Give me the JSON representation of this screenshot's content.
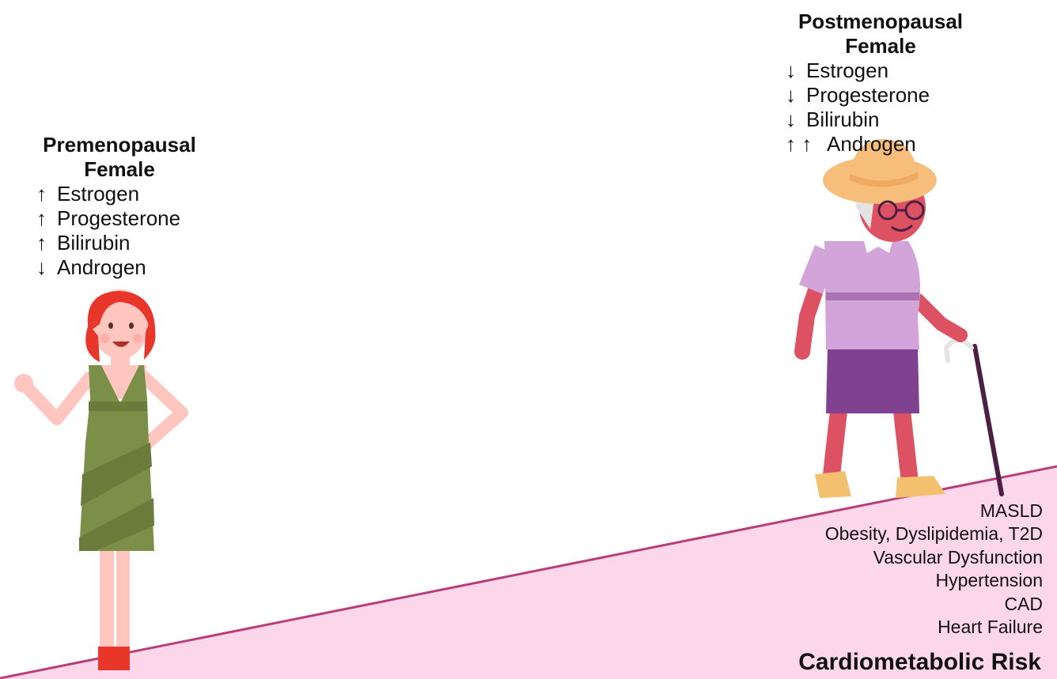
{
  "premenopausal": {
    "title_line1": "Premenopausal",
    "title_line2": "Female",
    "items": [
      {
        "arrow": "↑",
        "label": "Estrogen"
      },
      {
        "arrow": "↑",
        "label": "Progesterone"
      },
      {
        "arrow": "↑",
        "label": "Bilirubin"
      },
      {
        "arrow": "↓",
        "label": "Androgen"
      }
    ]
  },
  "postmenopausal": {
    "title_line1": "Postmenopausal",
    "title_line2": "Female",
    "items": [
      {
        "arrow": "↓",
        "label": "Estrogen"
      },
      {
        "arrow": "↓",
        "label": "Progesterone"
      },
      {
        "arrow": "↓",
        "label": "Bilirubin"
      },
      {
        "arrow": "↑ ↑",
        "label": "Androgen"
      }
    ]
  },
  "risk": {
    "conditions": [
      "MASLD",
      "Obesity, Dyslipidemia, T2D",
      "Vascular Dysfunction",
      "Hypertension",
      "CAD",
      "Heart Failure"
    ],
    "label": "Cardiometabolic Risk"
  },
  "colors": {
    "ramp_fill": "#fcd7ea",
    "ramp_line": "#b73f79",
    "young_hair": "#e8362b",
    "young_skin": "#ffc6c0",
    "young_dress": "#7c8f49",
    "young_dress_stripe": "#6a7b3c",
    "old_skin": "#dd5262",
    "old_shirt": "#d2a4d9",
    "old_skirt": "#804290",
    "old_hat": "#f7bd7b",
    "cane": "#4e1f45",
    "shoes": "#f2c06f"
  }
}
